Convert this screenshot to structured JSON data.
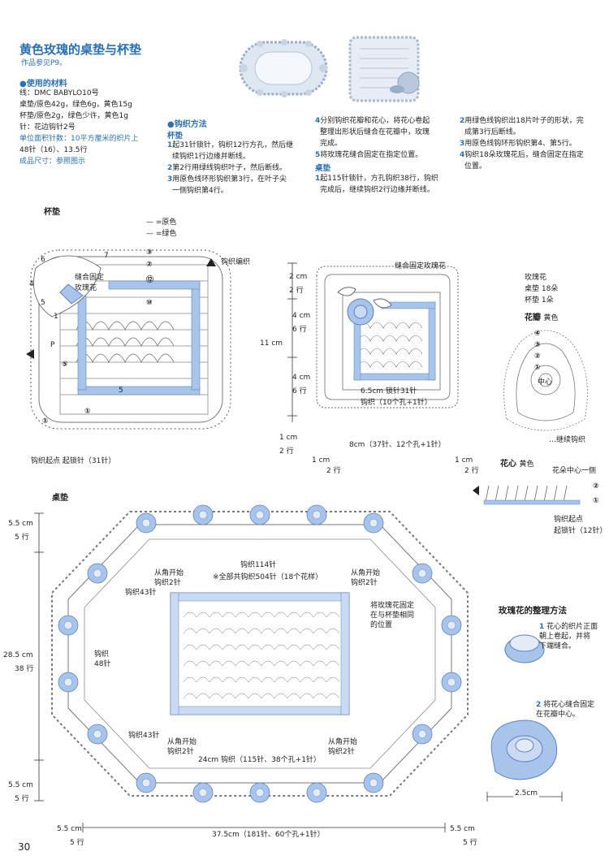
{
  "header": {
    "title": "黄色玫瑰的桌垫与杯垫",
    "ref": "作品参见P9。"
  },
  "materials": {
    "heading": "●使用的材料",
    "lines": [
      "线：DMC BABYLO10号",
      "桌垫/原色42g，绿色6g，黄色15g",
      "杯垫/原色2g，绿色少许，黄色1g",
      "针：花边钩针2号",
      "单位面积针数：10平方厘米的织片上",
      "48针（16）、13.5行",
      "成品尺寸：参照图示"
    ]
  },
  "method": {
    "heading": "●钩织方法",
    "coaster_heading": "杯垫",
    "col1": [
      {
        "n": "1",
        "t": "起31针锁针，钩织12行方孔，然后继"
      },
      {
        "n": "",
        "t": "续钩织1行边缘并断线。"
      },
      {
        "n": "2",
        "t": "第2行用绿线钩织叶子，然后断线。"
      },
      {
        "n": "3",
        "t": "用原色线环形钩织第3行，在叶子尖"
      },
      {
        "n": "",
        "t": "一侧钩织第4行。"
      }
    ],
    "col2": [
      {
        "n": "4",
        "t": "分别钩织花瓣和花心，将花心卷起"
      },
      {
        "n": "",
        "t": "整理出形状后缝合在花瓣中，玫瑰"
      },
      {
        "n": "",
        "t": "完成。"
      },
      {
        "n": "5",
        "t": "将玫瑰花缝合固定在指定位置。"
      }
    ],
    "mat_heading": "桌垫",
    "col2b": [
      {
        "n": "1",
        "t": "起115针锁针，方孔钩织38行，钩织"
      },
      {
        "n": "",
        "t": "完成后，继续钩织2行边缘并断线。"
      }
    ],
    "col3": [
      {
        "n": "2",
        "t": "用绿色线钩织出18片叶子的形状，完"
      },
      {
        "n": "",
        "t": "成第3行后断线。"
      },
      {
        "n": "3",
        "t": "用原色线钩环形钩织第4、第5行。"
      },
      {
        "n": "4",
        "t": "钩织18朵玫瑰花后，缝合固定在指定"
      },
      {
        "n": "",
        "t": "位置。"
      }
    ]
  },
  "coaster": {
    "label": "杯垫",
    "legend_cream": "=原色",
    "legend_green": "=绿色",
    "edge_label": "钩织编织",
    "rose_label": "缝合固定\n玫瑰花",
    "start_label": "钩织起点  起锁针（31针）",
    "row_labels": [
      "③",
      "②",
      "⑫",
      "⑩",
      "⑤",
      "①",
      "①"
    ],
    "leaf_rows": [
      "7",
      "6",
      "4",
      "5",
      "1"
    ],
    "center_label": "5",
    "p_label": "P"
  },
  "coaster2": {
    "rose_label": "缝合固定玫瑰花",
    "dim_top": "2 cm",
    "dim_top_rows": "2 行",
    "dim_mid1": "4 cm",
    "dim_mid1_rows": "6 行",
    "dim_total": "11 cm",
    "dim_mid2": "4 cm",
    "dim_mid2_rows": "6 行",
    "dim_bottom": "1 cm",
    "dim_bottom_rows": "2 行",
    "inner_width": "6.5cm 锁针31针",
    "inner_rows": "钩织（10个孔+1针）",
    "bottom_width": "8cm（37针、12个孔+1针）",
    "left_bottom": "1 cm",
    "left_bottom_rows": "2 行",
    "right_bottom": "1 cm",
    "right_bottom_rows": "2 行"
  },
  "rose_info": {
    "title": "玫瑰花",
    "table": "桌垫  18朵",
    "coaster": "杯垫  1朵",
    "petal_label": "花瓣",
    "petal_color": "黄色",
    "petal_rows": [
      "④",
      "③",
      "②",
      "①"
    ],
    "center_text": "中心",
    "continue_label": "继续钩织",
    "heart_label": "花心",
    "heart_color": "黄色",
    "heart_side": "花朵中心一侧",
    "heart_rows": [
      "②",
      "①"
    ],
    "heart_start": "钩织起点",
    "heart_chain": "起锁针（12针）"
  },
  "table_mat": {
    "label": "桌垫",
    "top_count": "钩织114针",
    "corner_tl": "从角开始\n钩织2针",
    "corner_tr": "从角开始\n钩织2针",
    "left_side_top": "钩织43针",
    "left_side": "钩织\n48针",
    "note": "※全部共钩织504针（18个花样）",
    "rose_note": "将玫瑰花固定\n在与杯垫相同\n的位置",
    "left_side_bottom": "钩织43针",
    "corner_bl": "从角开始\n钩织2针",
    "corner_br": "从角开始\n钩织2针",
    "bottom_count": "24cm 钩织（115针、38个孔+1针）",
    "dim_top": "5.5 cm",
    "dim_top_rows": "5 行",
    "dim_mid": "28.5 cm",
    "dim_mid_rows": "38 行",
    "dim_bottom": "5.5 cm",
    "dim_bottom_rows": "5 行",
    "width_total": "37.5cm（181针、60个孔+1针）",
    "width_left": "5.5 cm",
    "width_left_rows": "5 行",
    "width_right": "5.5 cm",
    "width_right_rows": "5 行"
  },
  "finishing": {
    "heading": "玫瑰花的整理方法",
    "step1_n": "1",
    "step1": "花心的织片正面\n朝上卷起，并将\n下端缝合。",
    "step2_n": "2",
    "step2": "将花心缝合固定\n在花瓣中心。",
    "size": "2.5cm"
  },
  "page_number": "30"
}
